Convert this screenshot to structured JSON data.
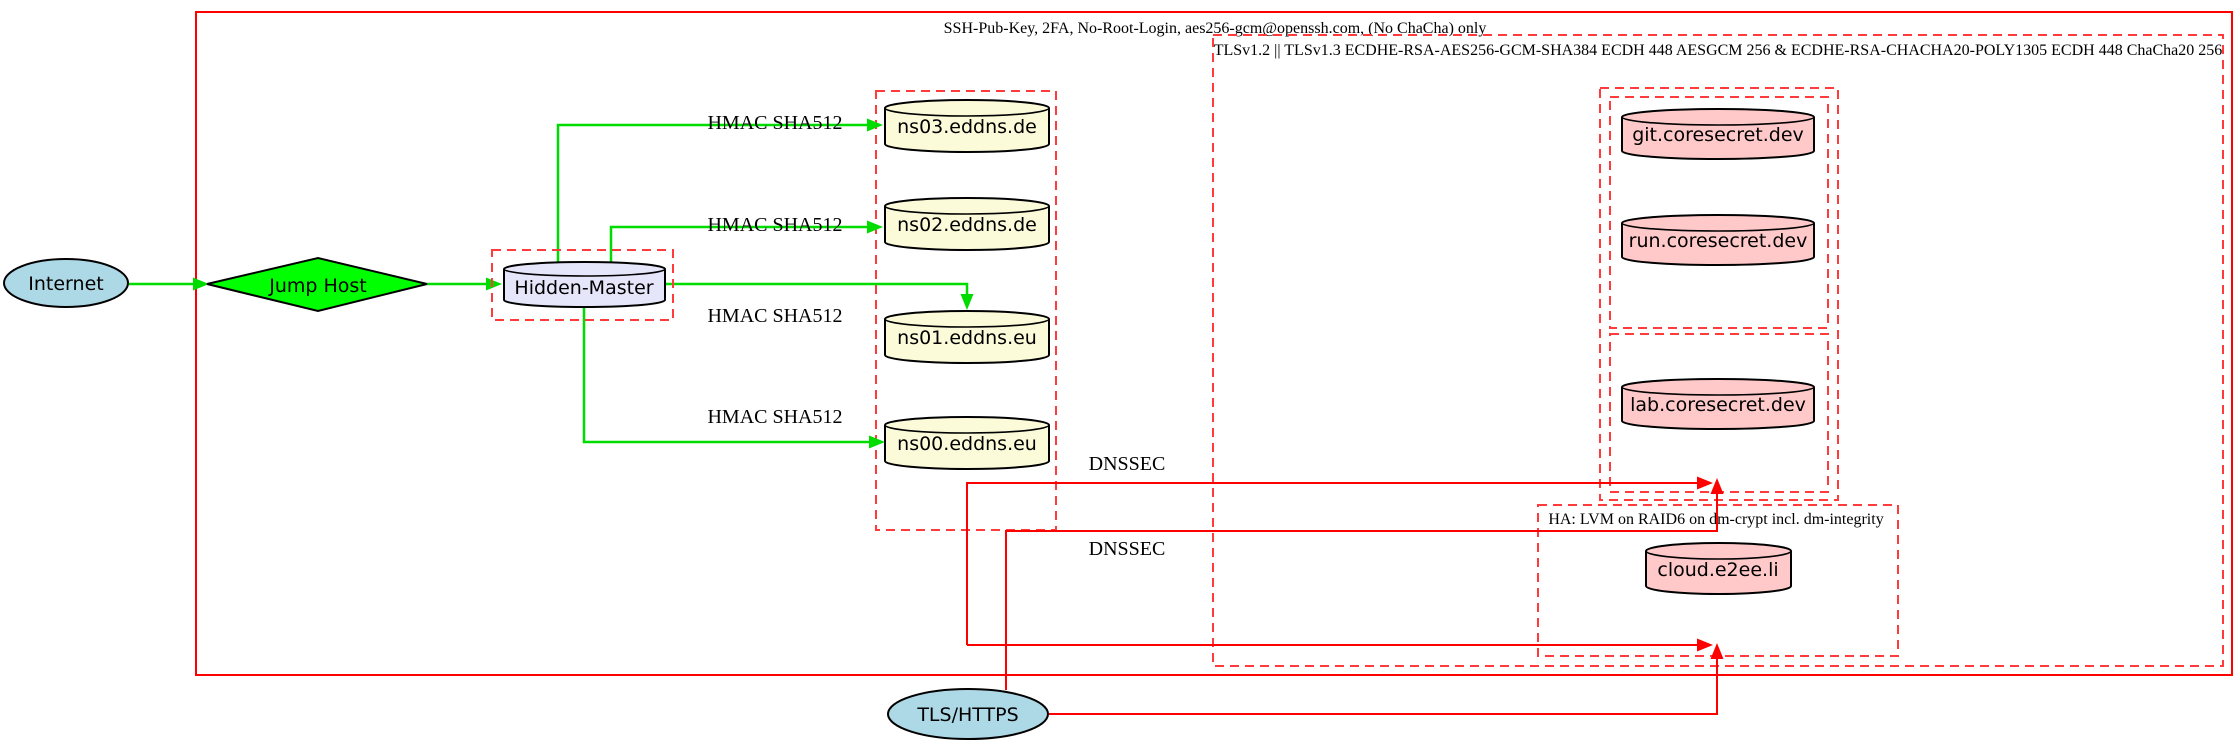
{
  "colors": {
    "red": "#fe0000",
    "dashred": "#ff3b3b",
    "green": "#00dc00",
    "greenfill": "#00ff00",
    "lightblue": "#add8e6",
    "lavender": "#e6e6fa",
    "lightyellow": "#fbfbd9",
    "pink": "#ffc9c9"
  },
  "clusters": {
    "ssh": {
      "label": "SSH-Pub-Key, 2FA, No-Root-Login, aes256-gcm@openssh.com, (No ChaCha) only"
    },
    "tls": {
      "label": "TLSv1.2 || TLSv1.3 ECDHE-RSA-AES256-GCM-SHA384 ECDH 448 AESGCM 256 & ECDHE-RSA-CHACHA20-POLY1305 ECDH 448 ChaCha20 256"
    },
    "ha": {
      "label": "HA: LVM on RAID6 on dm-crypt incl. dm-integrity"
    }
  },
  "nodes": {
    "internet": {
      "label": "Internet"
    },
    "jump_host": {
      "label": "Jump Host"
    },
    "hidden_master": {
      "label": "Hidden-Master"
    },
    "ns03": {
      "label": "ns03.eddns.de"
    },
    "ns02": {
      "label": "ns02.eddns.de"
    },
    "ns01": {
      "label": "ns01.eddns.eu"
    },
    "ns00": {
      "label": "ns00.eddns.eu"
    },
    "git": {
      "label": "git.coresecret.dev"
    },
    "run": {
      "label": "run.coresecret.dev"
    },
    "lab": {
      "label": "lab.coresecret.dev"
    },
    "cloud": {
      "label": "cloud.e2ee.li"
    },
    "tls_https": {
      "label": "TLS/HTTPS"
    }
  },
  "edge_labels": {
    "hmac1": "HMAC SHA512",
    "hmac2": "HMAC SHA512",
    "hmac3": "HMAC SHA512",
    "hmac4": "HMAC SHA512",
    "dnssec1": "DNSSEC",
    "dnssec2": "DNSSEC"
  }
}
